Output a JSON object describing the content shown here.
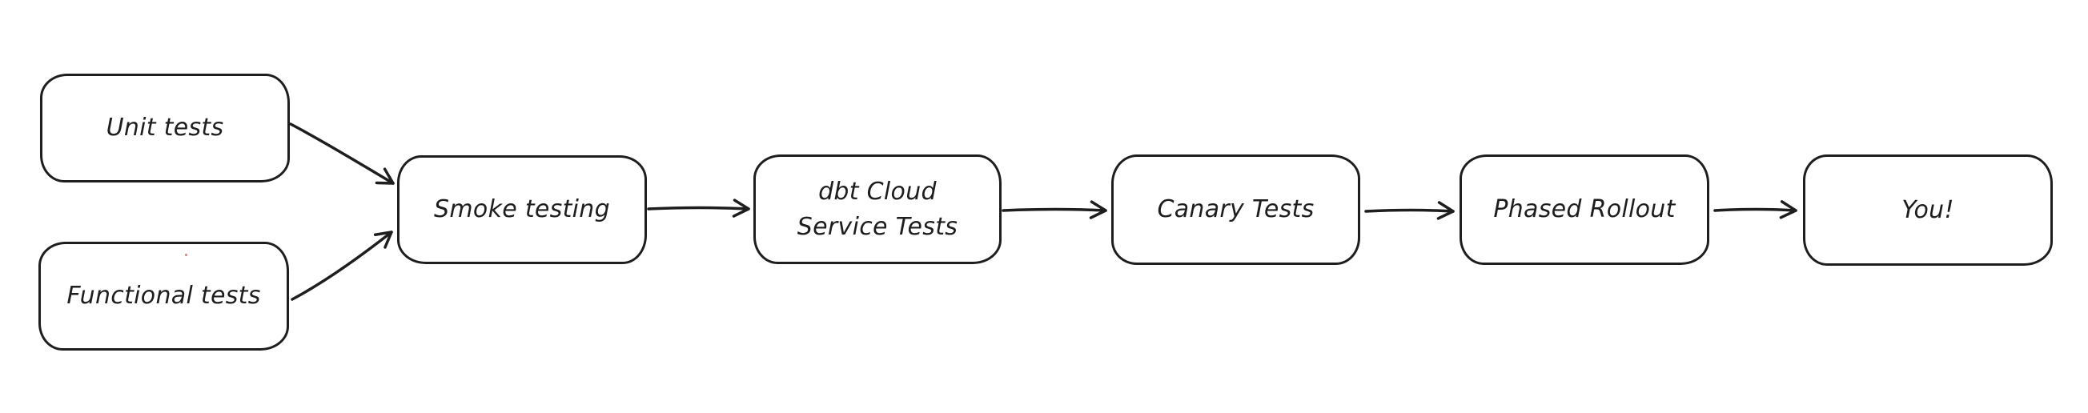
{
  "diagram": {
    "style": "hand-drawn flowchart",
    "background_color": "#ffffff",
    "stroke_color": "#1e1e1e",
    "node_fill_color": "#ffffff",
    "stray_dot_color": "#d97f7f",
    "nodes": [
      {
        "id": "unit-tests",
        "label": "Unit tests"
      },
      {
        "id": "functional-tests",
        "label": "Functional tests"
      },
      {
        "id": "smoke-testing",
        "label": "Smoke testing"
      },
      {
        "id": "dbt-cloud-service-tests",
        "label": "dbt Cloud\nService Tests"
      },
      {
        "id": "canary-tests",
        "label": "Canary Tests"
      },
      {
        "id": "phased-rollout",
        "label": "Phased Rollout"
      },
      {
        "id": "you",
        "label": "You!"
      }
    ],
    "edges": [
      {
        "from": "unit-tests",
        "to": "smoke-testing",
        "arrowhead": "end"
      },
      {
        "from": "functional-tests",
        "to": "smoke-testing",
        "arrowhead": "end"
      },
      {
        "from": "smoke-testing",
        "to": "dbt-cloud-service-tests",
        "arrowhead": "end"
      },
      {
        "from": "dbt-cloud-service-tests",
        "to": "canary-tests",
        "arrowhead": "end"
      },
      {
        "from": "canary-tests",
        "to": "phased-rollout",
        "arrowhead": "end"
      },
      {
        "from": "phased-rollout",
        "to": "you",
        "arrowhead": "end"
      }
    ]
  }
}
